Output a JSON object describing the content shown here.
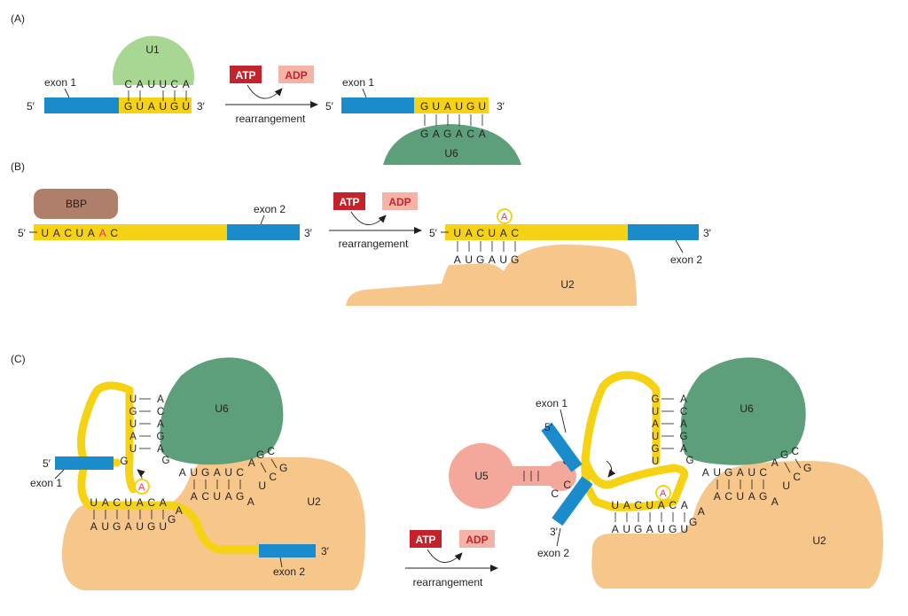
{
  "panels": {
    "a": {
      "label": "(A)",
      "u1": "U1",
      "u6": "U6",
      "exon1_left": "exon 1",
      "exon1_right": "exon 1",
      "five_left": "5′",
      "three_left": "3′",
      "five_right": "5′",
      "three_right": "3′",
      "u1_seq": [
        "C",
        "A",
        "U",
        "U",
        "C",
        "A"
      ],
      "gu_seq_left": [
        "G",
        "U",
        "A",
        "U",
        "G",
        "U"
      ],
      "gu_seq_right": [
        "G",
        "U",
        "A",
        "U",
        "G",
        "U"
      ],
      "u6_seq": [
        "G",
        "A",
        "G",
        "A",
        "C",
        "A"
      ],
      "atp": "ATP",
      "adp": "ADP",
      "rearrangement": "rearrangement"
    },
    "b": {
      "label": "(B)",
      "bbp": "BBP",
      "exon2_left": "exon 2",
      "exon2_right": "exon 2",
      "five_left": "5′",
      "three_left": "3′",
      "five_right": "5′",
      "three_right": "3′",
      "branch_seq": [
        "U",
        "A",
        "C",
        "U",
        "A",
        "A",
        "C"
      ],
      "branch_seq_right": [
        "U",
        "A",
        "C",
        "U",
        "A",
        "C"
      ],
      "u2_seq": [
        "A",
        "U",
        "G",
        "A",
        "U",
        "G"
      ],
      "branch_a": "A",
      "u2": "U2",
      "atp": "ATP",
      "adp": "ADP",
      "rearrangement": "rearrangement"
    },
    "c": {
      "label": "(C)",
      "u6_left": "U6",
      "u2_left": "U2",
      "u6_right": "U6",
      "u2_right": "U2",
      "u5": "U5",
      "exon1_left": "exon 1",
      "exon2_left": "exon 2",
      "exon1_right": "exon 1",
      "exon2_right": "exon 2",
      "five_left": "5′",
      "three_left": "3′",
      "five_right": "5′",
      "three_right": "3′",
      "vert_gu": [
        "U",
        "G",
        "U",
        "A",
        "U",
        "G"
      ],
      "vert_gu_right": [
        "G",
        "U",
        "A",
        "U",
        "G",
        "U"
      ],
      "vert_u6": [
        "A",
        "C",
        "A",
        "G",
        "A",
        "G"
      ],
      "branch_seq": [
        "U",
        "A",
        "C",
        "U",
        "A",
        "C",
        "A"
      ],
      "u2_seq": [
        "A",
        "U",
        "G",
        "A",
        "U",
        "G",
        "U"
      ],
      "u2_tail": "G",
      "loop_a": "A",
      "u6_bottom": [
        "A",
        "U",
        "G",
        "A",
        "U",
        "C"
      ],
      "u2_mid": [
        "A",
        "C",
        "U",
        "A",
        "G"
      ],
      "stem_top": [
        "A",
        "G",
        "C"
      ],
      "stem_right": [
        "G",
        "C",
        "U",
        "A"
      ],
      "branch_a": "A",
      "u5_loop": [
        "U",
        "C",
        "C"
      ],
      "atp": "ATP",
      "adp": "ADP",
      "rearrangement": "rearrangement"
    }
  },
  "colors": {
    "exon": "#1a8ccc",
    "intron": "#f6d215",
    "u1": "#a8d793",
    "u6": "#5e9f7b",
    "u2": "#f6c68a",
    "bbp": "#b07f6b",
    "u5": "#f4a89b",
    "atp": "#c4232b",
    "adp_fill": "#f5b3a7",
    "adp_text": "#c4232b",
    "branch_a": "#e3346b"
  }
}
